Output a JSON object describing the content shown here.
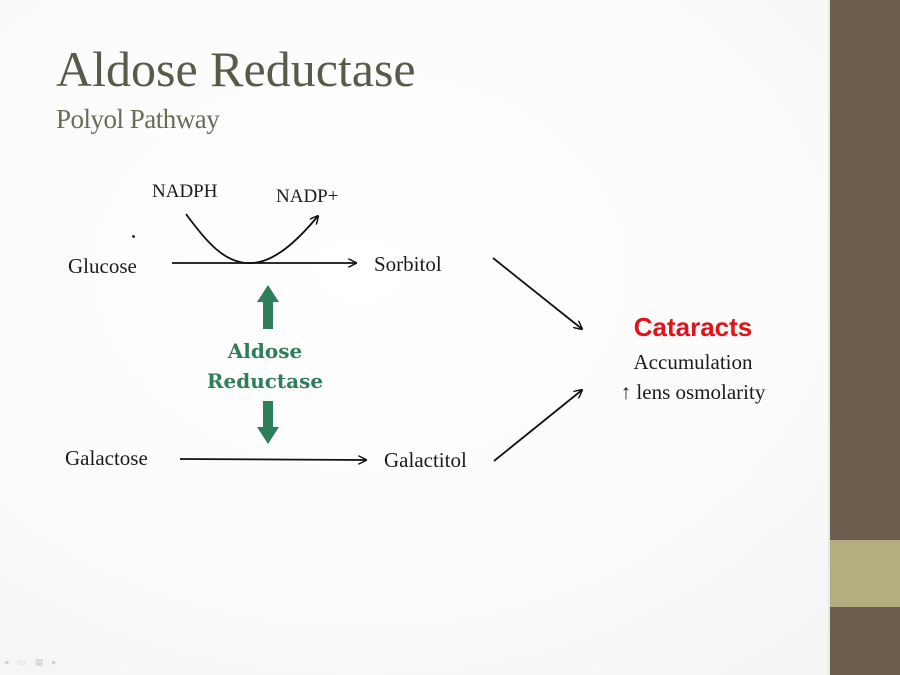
{
  "slide": {
    "title": "Aldose Reductase",
    "subtitle": "Polyol Pathway"
  },
  "diagram": {
    "substrate_1": "Glucose",
    "product_1": "Sorbitol",
    "substrate_2": "Galactose",
    "product_2": "Galactitol",
    "cofactor_in": "NADPH",
    "cofactor_out": "NADP+",
    "enzyme_line_1": "Aldose",
    "enzyme_line_2": "Reductase",
    "outcome_title": "Cataracts",
    "outcome_line_1": "Accumulation",
    "outcome_line_2": "↑ lens osmolarity"
  },
  "colors": {
    "title": "#5a5a48",
    "enzyme": "#2e7d5b",
    "outcome": "#e0121a",
    "sidebar_dark": "#6b5e4c",
    "sidebar_light": "#b3ad7f"
  }
}
